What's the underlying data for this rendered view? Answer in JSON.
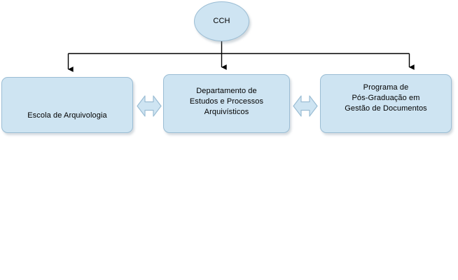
{
  "diagram": {
    "type": "organizational-chart",
    "title_node": "CCH",
    "colors": {
      "node_fill": "#cee4f2",
      "node_border": "#9bbdd4",
      "connector": "#000000",
      "text": "#000000",
      "background": "#ffffff"
    },
    "nodes": [
      {
        "id": "cch",
        "label": "CCH",
        "shape": "ellipse"
      },
      {
        "id": "escola",
        "label": "Escola de Arquivologia",
        "shape": "rounded-rectangle"
      },
      {
        "id": "departamento",
        "label": "Departamento de\nEstudos e Processos\nArquivísticos",
        "shape": "rounded-rectangle"
      },
      {
        "id": "programa",
        "label": "Programa de\nPós-Graduação em\nGestão de Documentos",
        "shape": "rounded-rectangle"
      }
    ],
    "connectors": [
      {
        "id": "cch-to-escola",
        "from": "cch",
        "to": "escola",
        "style": "elbow-arrow",
        "direction": "down"
      },
      {
        "id": "cch-to-departamento",
        "from": "cch",
        "to": "departamento",
        "style": "straight-arrow",
        "direction": "down"
      },
      {
        "id": "cch-to-programa",
        "from": "cch",
        "to": "programa",
        "style": "elbow-arrow",
        "direction": "down"
      },
      {
        "id": "escola-departamento",
        "from": "escola",
        "to": "departamento",
        "style": "double-headed-block-arrow",
        "direction": "horizontal"
      },
      {
        "id": "departamento-programa",
        "from": "departamento",
        "to": "programa",
        "style": "double-headed-block-arrow",
        "direction": "horizontal"
      }
    ]
  }
}
